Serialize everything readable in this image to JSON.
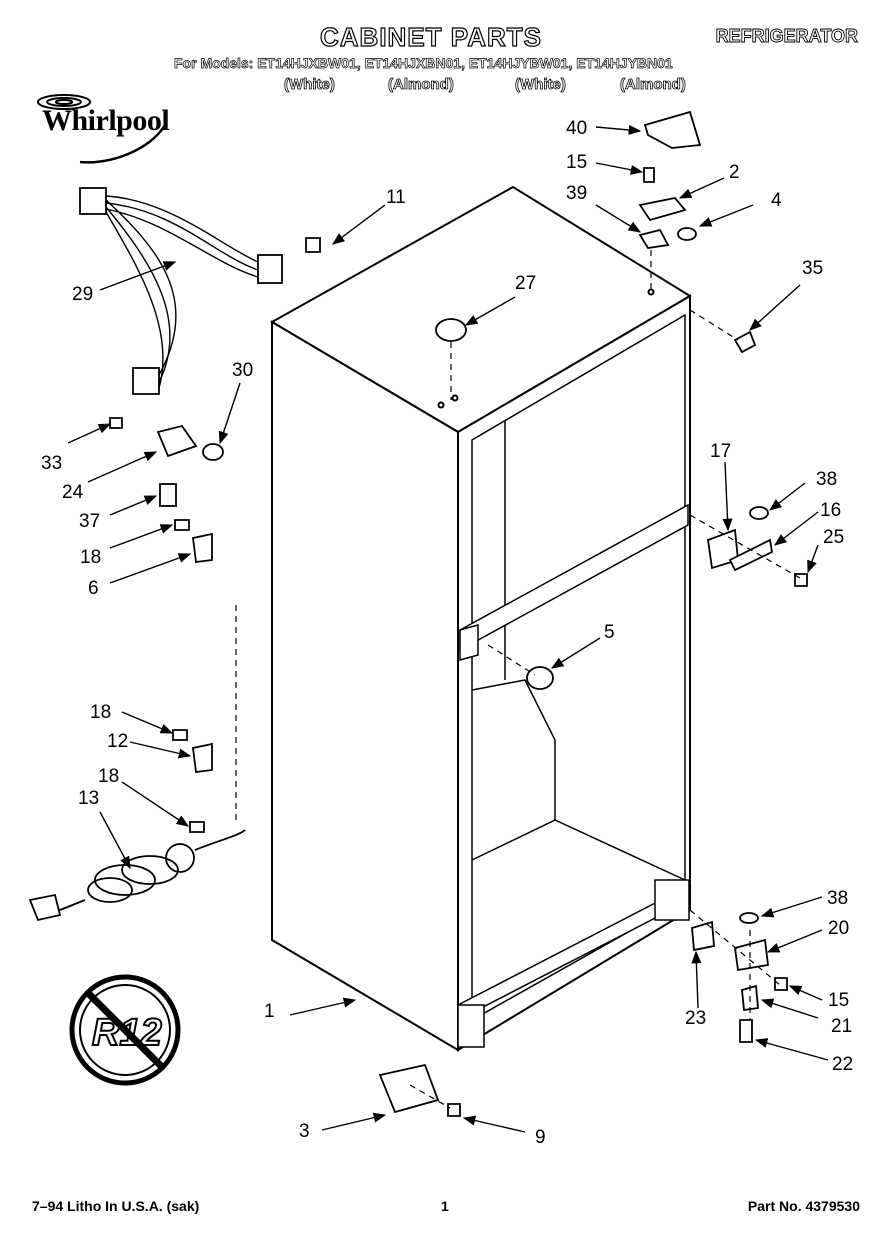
{
  "header": {
    "title": "CABINET PARTS",
    "category": "REFRIGERATOR",
    "models_line": "For Models: ET14HJXBW01, ET14HJXBN01, ET14HJYBW01, ET14HJYBN01",
    "colors": [
      "(White)",
      "(Almond)",
      "(White)",
      "(Almond)"
    ]
  },
  "brand": {
    "name": "Whirlpool"
  },
  "callouts": [
    "1",
    "2",
    "3",
    "4",
    "5",
    "6",
    "9",
    "11",
    "12",
    "13",
    "15",
    "15",
    "16",
    "17",
    "18",
    "18",
    "18",
    "20",
    "21",
    "22",
    "23",
    "24",
    "25",
    "27",
    "29",
    "30",
    "33",
    "35",
    "37",
    "38",
    "38",
    "39",
    "40"
  ],
  "badge": {
    "text": "R12",
    "icon": "no-symbol-icon"
  },
  "footer": {
    "left": "7–94 Litho In U.S.A. (sak)",
    "center": "1",
    "right": "Part No. 4379530"
  }
}
